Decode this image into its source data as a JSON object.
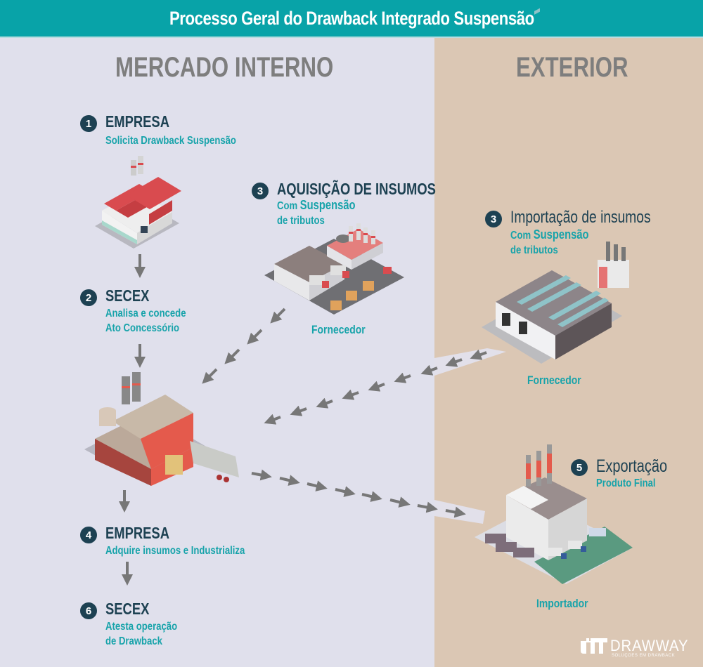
{
  "header": {
    "title": "Processo Geral do Drawback Integrado Suspensão"
  },
  "zones": {
    "left": "MERCADO INTERNO",
    "right": "EXTERIOR"
  },
  "colors": {
    "header_bg": "#08a3a8",
    "left_bg": "#e0e0ec",
    "right_bg": "#dbc7b4",
    "badge": "#1d4152",
    "accent_text": "#17a3aa",
    "arrow": "#777777"
  },
  "steps": [
    {
      "number": "1",
      "title": "EMPRESA",
      "lines": [
        "Solicita Drawback Suspensão"
      ]
    },
    {
      "number": "2",
      "title": "SECEX",
      "lines": [
        "Analisa e concede",
        "Ato Concessório"
      ]
    },
    {
      "number": "3",
      "title": "AQUISIÇÃO DE INSUMOS",
      "line1_prefix": "Com ",
      "line1_highlight": "Suspensão",
      "line2": "de tributos",
      "caption": "Fornecedor"
    },
    {
      "number": "3",
      "title": "Importação de  insumos",
      "line1_prefix": "Com ",
      "line1_highlight": "Suspensão",
      "line2": "de tributos",
      "caption": "Fornecedor"
    },
    {
      "number": "4",
      "title": "EMPRESA",
      "lines": [
        "Adquire insumos e Industrializa"
      ]
    },
    {
      "number": "5",
      "title": "Exportação",
      "lines": [
        "Produto Final"
      ],
      "caption": "Importador"
    },
    {
      "number": "6",
      "title": "SECEX",
      "lines": [
        "Atesta operação",
        "de Drawback"
      ]
    }
  ],
  "icons": {
    "factory_company": "red-roof-factory-icon",
    "supplier_domestic": "warehouse-trucks-icon",
    "supplier_foreign": "solar-warehouse-icon",
    "factory_main": "industrial-plant-icon",
    "importer": "importer-plant-icon"
  },
  "logo": {
    "name": "DRAWWAY",
    "tagline": "SOLUÇÕES EM DRAWBACK"
  }
}
